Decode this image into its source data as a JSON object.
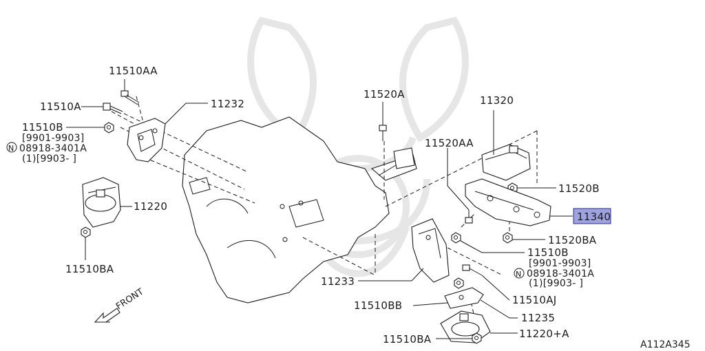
{
  "diagram": {
    "sheet_id": "A112A345",
    "front_label": "FRONT",
    "highlight_color": "#9ea3e0",
    "parts": {
      "p11510AA": "11510AA",
      "p11510A": "11510A",
      "p11510B_left": "11510B",
      "p11510B_left_range": "[9901-9903]",
      "p08918_left": "08918-3401A",
      "p08918_left_qty": "(1)[9903-     ]",
      "p11232": "11232",
      "p11220": "11220",
      "p11510BA_left": "11510BA",
      "p11520A": "11520A",
      "p11320": "11320",
      "p11520AA": "11520AA",
      "p11520B": "11520B",
      "p11340": "11340",
      "p11520BA": "11520BA",
      "p11510B_right": "11510B",
      "p11510B_right_range": "[9901-9903]",
      "p08918_right": "08918-3401A",
      "p08918_right_qty": "(1)[9903-     ]",
      "p11233": "11233",
      "p11510AJ": "11510AJ",
      "p11510BB": "11510BB",
      "p11235": "11235",
      "p11220A": "11220+A",
      "p11510BA_right": "11510BA"
    },
    "n_marker": "N"
  }
}
